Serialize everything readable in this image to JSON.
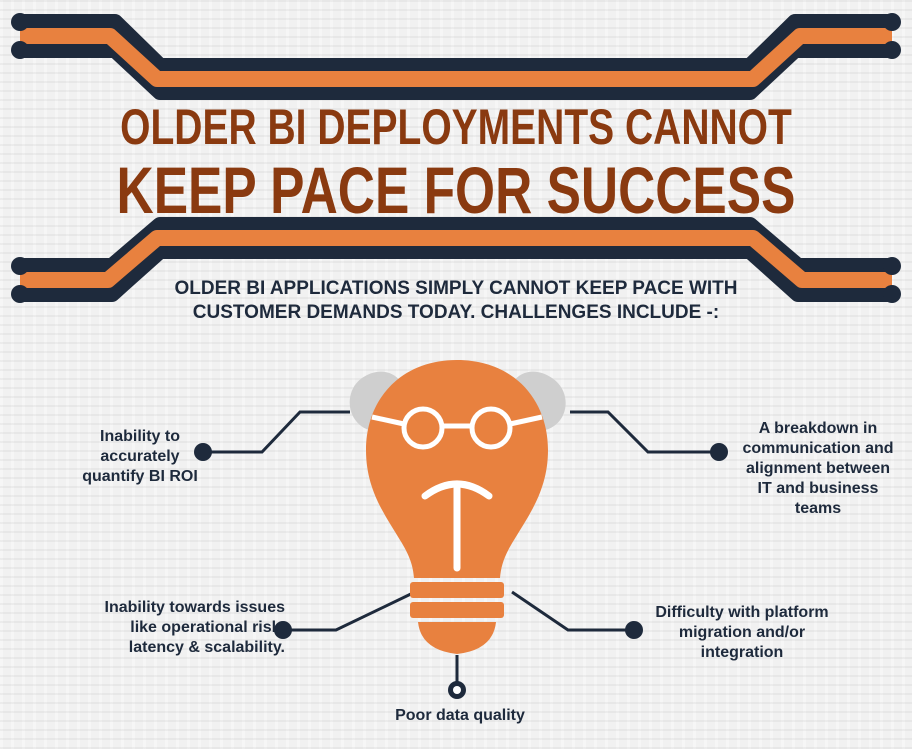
{
  "title": {
    "line1": "OLDER BI DEPLOYMENTS CANNOT",
    "line2": "KEEP PACE FOR SUCCESS"
  },
  "subtitle": {
    "line1": "OLDER BI APPLICATIONS SIMPLY CANNOT KEEP PACE WITH",
    "line2": "CUSTOMER DEMANDS TODAY. CHALLENGES INCLUDE -:"
  },
  "challenges": {
    "roi": [
      "Inability to",
      "accurately",
      "quantify BI ROI"
    ],
    "communication": [
      "A breakdown in",
      "communication and",
      "alignment between",
      "IT and business",
      "teams"
    ],
    "risk": [
      "Inability towards issues",
      "like operational risk,",
      "latency & scalability."
    ],
    "migration": [
      "Difficulty with platform",
      "migration and/or",
      "integration"
    ],
    "data_quality": [
      "Poor data quality"
    ]
  },
  "colors": {
    "accent_orange": "#e8813f",
    "navy": "#1e2a3c",
    "title_brown": "#8a3a10",
    "hair_gray": "#cfcfcf"
  }
}
